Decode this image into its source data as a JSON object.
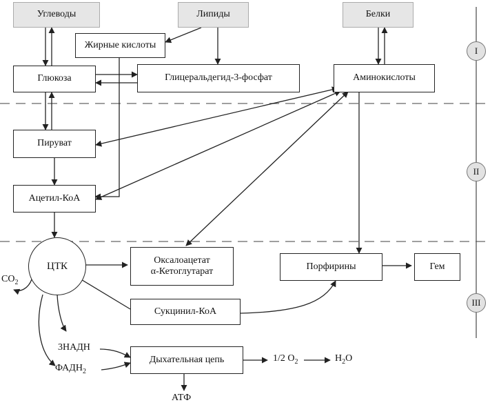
{
  "nodes": {
    "carbs": "Углеводы",
    "lipids": "Липиды",
    "proteins": "Белки",
    "fatty_acids": "Жирные кислоты",
    "glucose": "Глюкоза",
    "g3p": "Глицеральдегид-3-фосфат",
    "amino_acids": "Аминокислоты",
    "pyruvate": "Пируват",
    "acetyl_coa": "Ацетил-КоА",
    "tca": "ЦТК",
    "oxaloacetate": "Оксалоацетат",
    "ketoglutarate": "α-Кетоглутарат",
    "succinyl_coa": "Сукцинил-КоА",
    "porphyrins": "Порфирины",
    "heme": "Гем",
    "resp_chain": "Дыхательная цепь"
  },
  "labels": {
    "co2_base": "CO",
    "co2_sub": "2",
    "nadh": "3НАДН",
    "fadh_base": "ФАДН",
    "fadh_sub": "2",
    "o2_base": "1/2 O",
    "o2_sub": "2",
    "h2o_base": "H",
    "h2o_sub": "2",
    "h2o_tail": "O",
    "atp": "АТФ"
  },
  "stages": [
    "I",
    "II",
    "III"
  ]
}
